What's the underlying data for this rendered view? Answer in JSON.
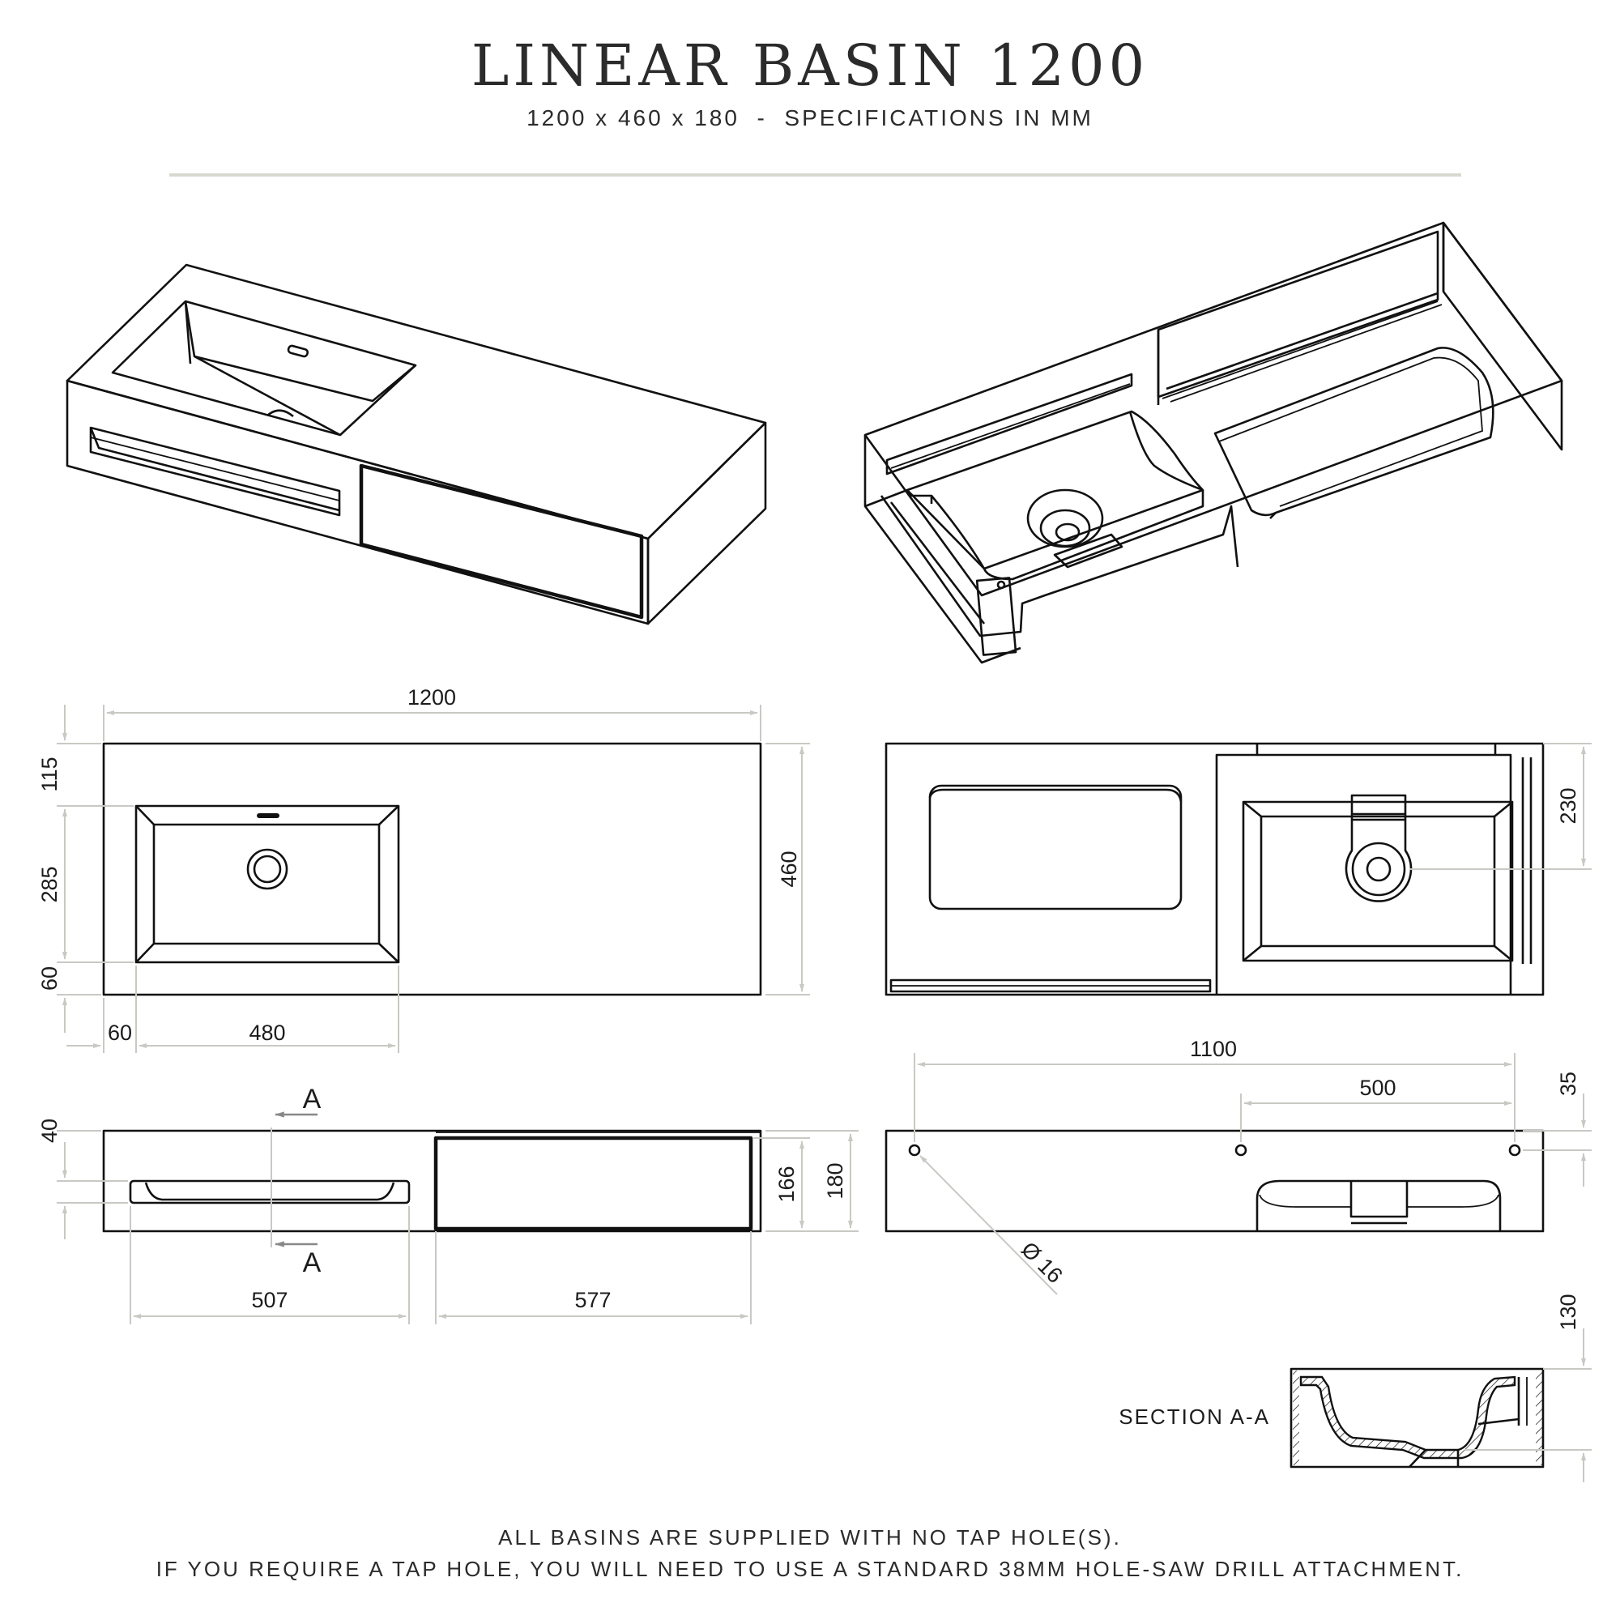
{
  "header": {
    "title": "LINEAR BASIN 1200",
    "subtitle": "1200 x 460 x 180  -  SPECIFICATIONS IN MM"
  },
  "dimensions": {
    "top_width": "1200",
    "top_depth": "460",
    "top_back": "115",
    "top_bowl_depth": "285",
    "top_front": "60",
    "top_side": "60",
    "top_bowl_width": "480",
    "bottom_holes_span": "1100",
    "bottom_holes_half": "500",
    "bottom_hole_offset": "35",
    "bottom_bowl_to_top": "230",
    "front_towel_height": "40",
    "front_drawer_height": "166",
    "front_total_height": "180",
    "front_towel_width": "507",
    "front_drawer_width": "577",
    "hole_diameter": "Ø 16",
    "section_depth": "130",
    "section_marker": "A"
  },
  "labels": {
    "section": "SECTION A-A"
  },
  "notes": {
    "line1": "ALL BASINS ARE SUPPLIED WITH NO TAP HOLE(S).",
    "line2": "IF YOU REQUIRE A TAP HOLE, YOU WILL NEED TO USE A STANDARD 38MM HOLE-SAW DRILL ATTACHMENT."
  },
  "colors": {
    "line": "#111111",
    "dimension": "#c9c9c4",
    "rule": "#d8d8d2"
  }
}
